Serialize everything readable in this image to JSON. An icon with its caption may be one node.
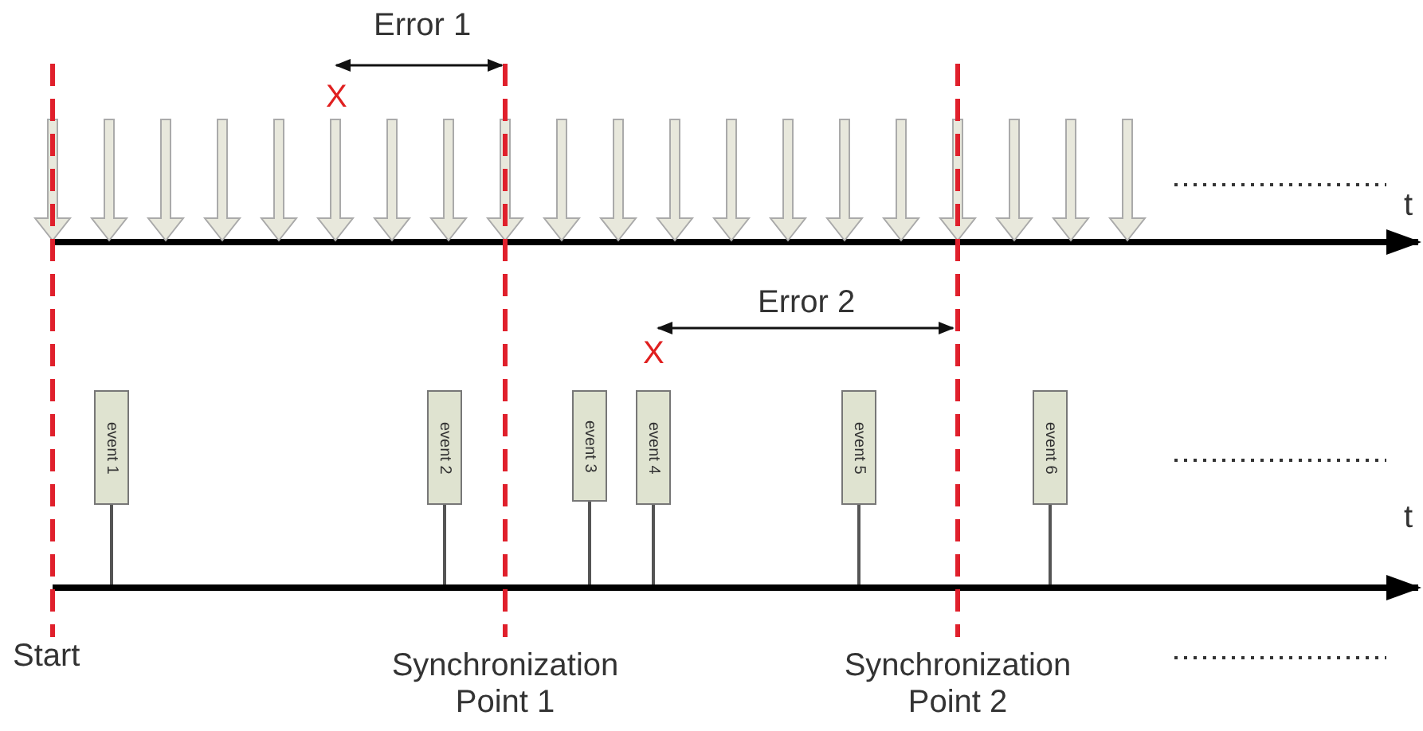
{
  "diagram": {
    "nodes": [
      {
        "text": [
          "event 1"
        ]
      },
      {
        "text": [
          "event 2"
        ]
      },
      {
        "text": [
          "event 3"
        ]
      },
      {
        "text": [
          "event 4"
        ]
      },
      {
        "text": [
          "event 5"
        ]
      },
      {
        "text": [
          "event 6"
        ]
      }
    ],
    "labels": [
      "Error 1",
      "X",
      "t",
      "Error 2",
      "X",
      "t",
      "Start",
      "Synchronization Point 1",
      "Synchronization Point 2"
    ]
  }
}
